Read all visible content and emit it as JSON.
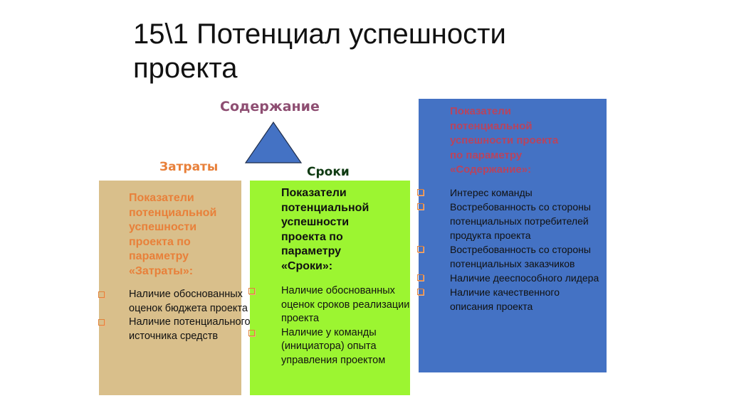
{
  "title": "15\\1 Потенциал успешности проекта",
  "labels": {
    "content": "Содержание",
    "cost": "Затраты",
    "time": "Сроки"
  },
  "colors": {
    "cost_box": "#d9bf8b",
    "time_box": "#9cf531",
    "content_box": "#4472c4",
    "triangle": "#4472c4",
    "bullet": "#e2823a"
  },
  "boxes": {
    "cost": {
      "heading": "Показатели потенциальной успешности проекта по параметру «Затраты»:",
      "heading_lines": [
        "Показатели",
        "потенциальной",
        "успешности",
        "проекта по",
        "параметру",
        "«Затраты»:"
      ],
      "items": [
        "Наличие обоснованных оценок бюджета проекта",
        "Наличие потенциального источника средств"
      ]
    },
    "time": {
      "heading": "Показатели потенциальной успешности проекта по параметру «Сроки»:",
      "heading_lines": [
        "Показатели",
        "потенциальной",
        "успешности",
        "проекта по",
        "параметру",
        "«Сроки»:"
      ],
      "items": [
        "Наличие обоснованных оценок сроков реализации проекта",
        "Наличие у команды (инициатора) опыта управления проектом"
      ]
    },
    "content": {
      "heading": "Показатели потенциальной успешности проекта по параметру «Содержание»:",
      "heading_lines": [
        "Показатели",
        "потенциальной",
        "успешности проекта",
        "по параметру",
        "«Содержание»:"
      ],
      "items": [
        "Интерес команды",
        "Востребованность со стороны потенциальных потребителей продукта проекта",
        "Востребованность со стороны потенциальных заказчиков",
        "Наличие дееспособного лидера",
        "Наличие качественного описания проекта"
      ]
    }
  }
}
